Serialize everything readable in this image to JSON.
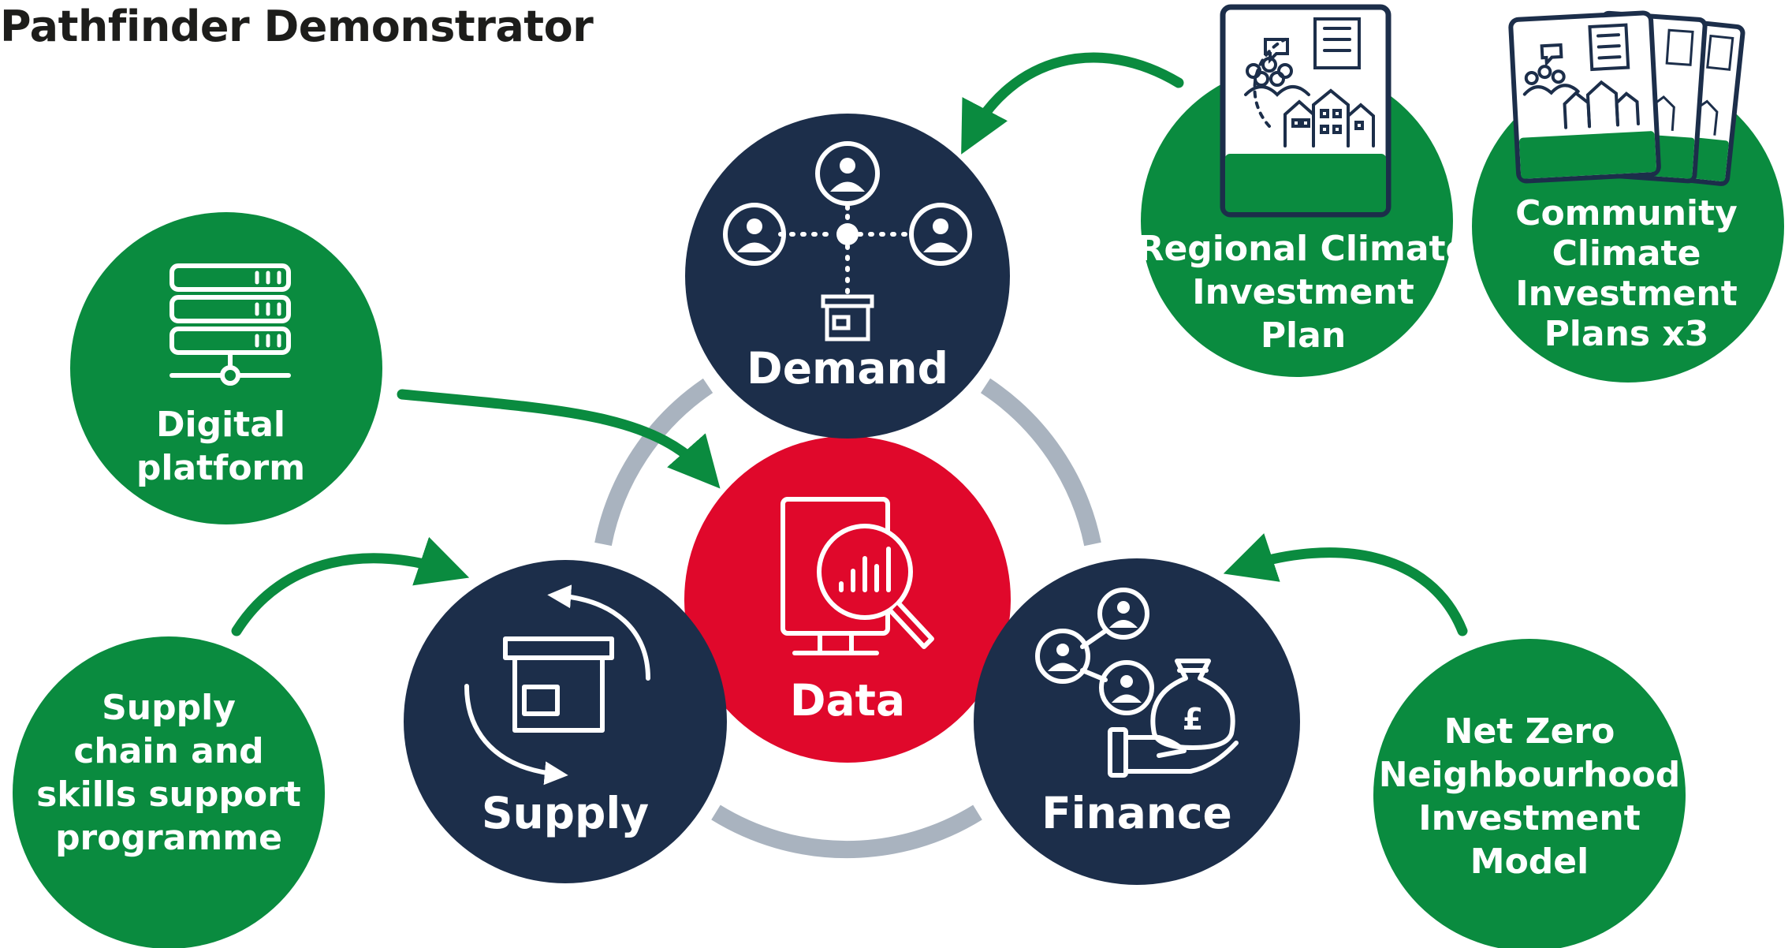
{
  "title": "Pathfinder Demonstrator",
  "colors": {
    "navy": "#1c2e4a",
    "green": "#0a8b3f",
    "red": "#e0082b",
    "grey_ring": "#a9b3bf",
    "white": "#ffffff"
  },
  "nodes": {
    "demand": {
      "label": "Demand"
    },
    "data": {
      "label": "Data"
    },
    "supply": {
      "label": "Supply"
    },
    "finance": {
      "label": "Finance",
      "currency_symbol": "£"
    },
    "digital_platform": {
      "line1": "Digital",
      "line2": "platform"
    },
    "supply_chain": {
      "line1": "Supply",
      "line2": "chain and",
      "line3": "skills support",
      "line4": "programme"
    },
    "regional_plan": {
      "line1": "Regional Climate",
      "line2": "Investment",
      "line3": "Plan"
    },
    "community_plans": {
      "line1": "Community",
      "line2": "Climate",
      "line3": "Investment",
      "line4": "Plans x3"
    },
    "net_zero_model": {
      "line1": "Net Zero",
      "line2": "Neighbourhood",
      "line3": "Investment",
      "line4": "Model"
    }
  },
  "icons": {
    "demand": "people-network-box-icon",
    "data": "monitor-magnifier-chart-icon",
    "supply": "box-cycle-arrows-icon",
    "finance": "people-money-bag-hand-icon",
    "digital_platform": "server-stack-icon",
    "regional_plan": "plan-document-community-icon",
    "community_plans": "stacked-plan-documents-icon"
  }
}
